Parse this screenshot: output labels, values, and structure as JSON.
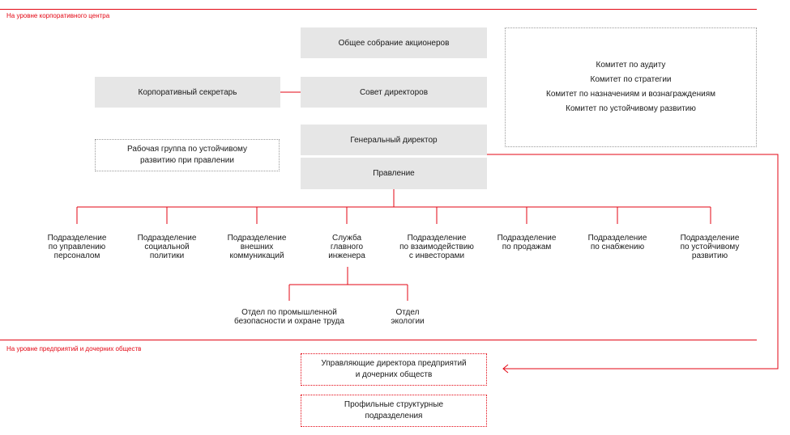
{
  "sections": {
    "corporate": "На уровне корпоративного центра",
    "enterprises": "На уровне предприятий и дочерних обществ"
  },
  "governance": {
    "shareholders": "Общее собрание акционеров",
    "board": "Совет директоров",
    "secretary": "Корпоративный секретарь",
    "ceo": "Генеральный директор",
    "management_board": "Правление",
    "working_group": "Рабочая группа по устойчивому\nразвитию при правлении"
  },
  "committees": [
    "Комитет по аудиту",
    "Комитет по стратегии",
    "Комитет по назначениям и вознаграждениям",
    "Комитет по устойчивому развитию"
  ],
  "departments": [
    "Подразделение\nпо управлению\nперсоналом",
    "Подразделение\nсоциальной\nполитики",
    "Подразделение\nвнешних\nкоммуникаций",
    "Служба\nглавного\nинженера",
    "Подразделение\nпо взаимодействию\nс инвесторами",
    "Подразделение\nпо продажам",
    "Подразделение\nпо снабжению",
    "Подразделение\nпо устойчивому\nразвитию"
  ],
  "engineering_units": [
    "Отдел по промышленной\nбезопасности и охране труда",
    "Отдел\nэкологии"
  ],
  "enterprise_boxes": {
    "managing_directors": "Управляющие директора предприятий\nи дочерних обществ",
    "profile_units": "Профильные структурные\nподразделения"
  },
  "colors": {
    "accent": "#e30613",
    "box_fill": "#e6e6e6",
    "dotted_border": "#9a9a9a"
  }
}
